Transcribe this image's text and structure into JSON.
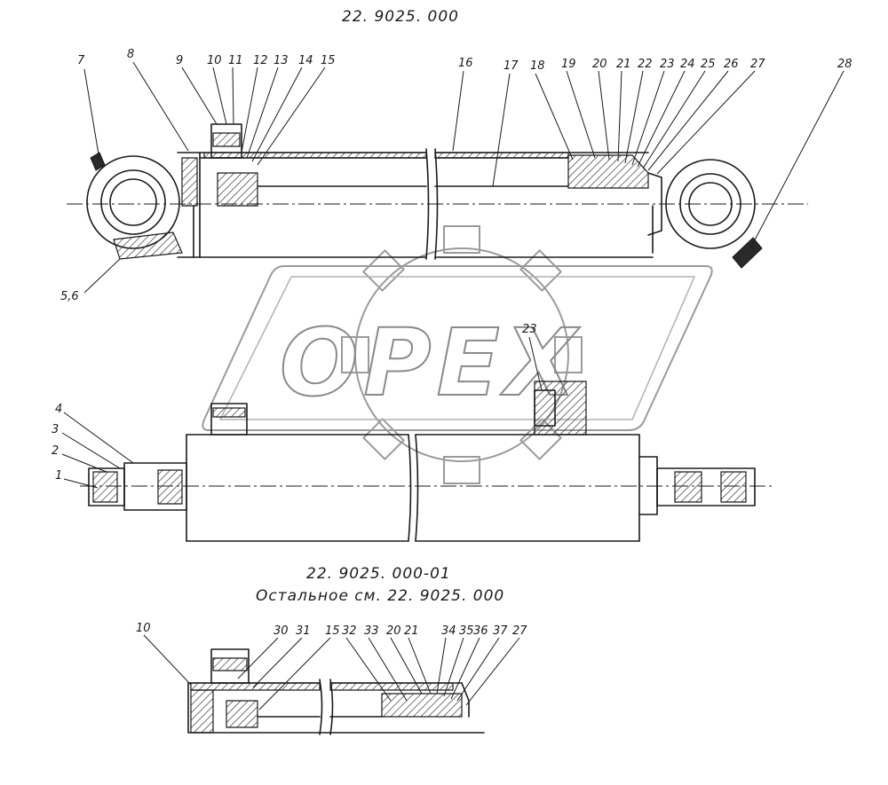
{
  "drawing": {
    "title_main": "22. 9025. 000",
    "title_variant": "22. 9025. 000-01",
    "title_variant_note": "Остальное  см. 22. 9025. 000"
  },
  "watermark": {
    "text": "OPEX",
    "color": "#8a8a8a"
  },
  "labels_top": [
    "7",
    "8",
    "9",
    "10",
    "11",
    "12",
    "13",
    "14",
    "15",
    "16",
    "17",
    "18",
    "19",
    "20",
    "21",
    "22",
    "23",
    "24",
    "25",
    "26",
    "27",
    "28",
    "5,6"
  ],
  "labels_middle": [
    "4",
    "3",
    "2",
    "1",
    "23"
  ],
  "labels_bottom": [
    "10",
    "30",
    "31",
    "15",
    "32",
    "33",
    "20",
    "21",
    "34",
    "35",
    "36",
    "37",
    "27"
  ],
  "colors": {
    "ink": "#1a1a1a",
    "hatch": "#3a3a3a",
    "paper": "#ffffff"
  }
}
